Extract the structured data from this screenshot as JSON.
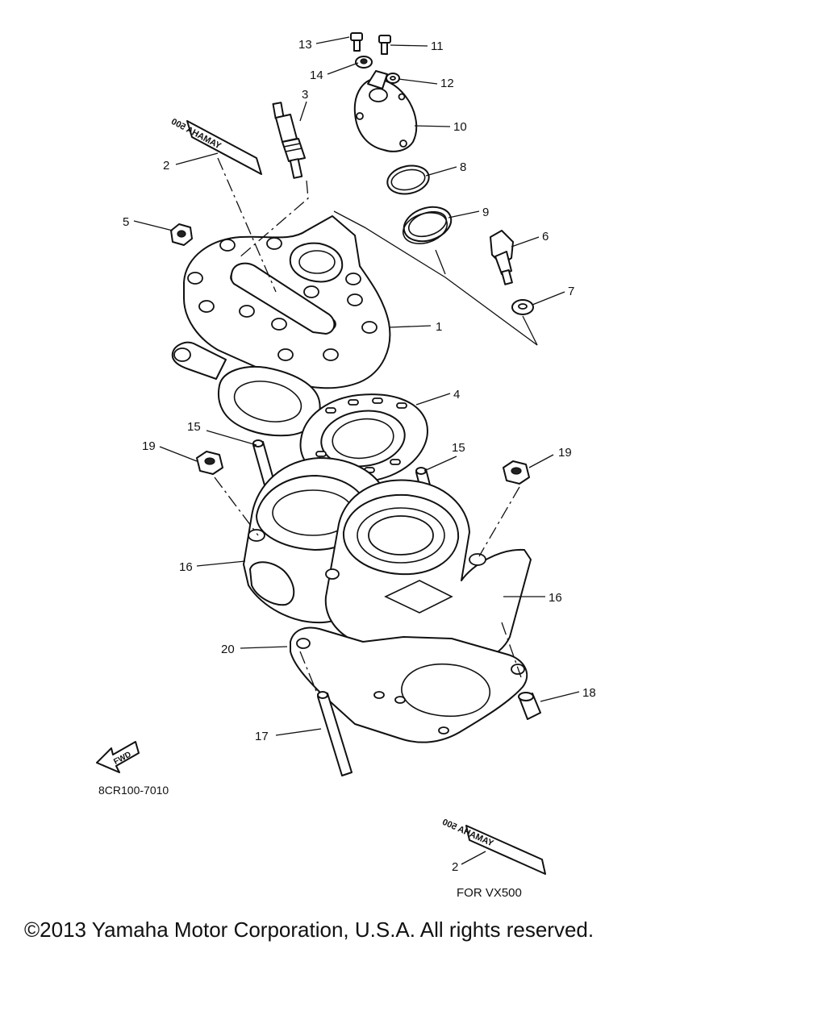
{
  "diagram_code": "8CR100-7010",
  "fwd_label": "FWD",
  "decal_text": "YAMAHA 500",
  "variant_note": "FOR VX500",
  "copyright": "©2013 Yamaha Motor Corporation, U.S.A. All rights reserved.",
  "callouts": {
    "c1": "1",
    "c2": "2",
    "c2b": "2",
    "c3": "3",
    "c4": "4",
    "c5": "5",
    "c6": "6",
    "c7": "7",
    "c8": "8",
    "c9": "9",
    "c10": "10",
    "c11": "11",
    "c12": "12",
    "c13": "13",
    "c14": "14",
    "c15a": "15",
    "c15b": "15",
    "c16a": "16",
    "c16b": "16",
    "c17": "17",
    "c18": "18",
    "c19a": "19",
    "c19b": "19",
    "c20": "20"
  }
}
